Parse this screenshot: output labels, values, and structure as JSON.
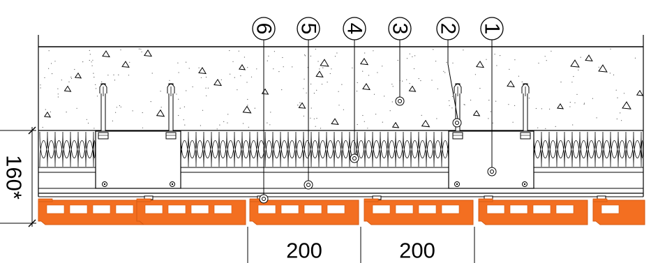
{
  "callouts": [
    {
      "id": "6",
      "label": "6"
    },
    {
      "id": "5",
      "label": "5"
    },
    {
      "id": "4",
      "label": "4"
    },
    {
      "id": "3",
      "label": "3"
    },
    {
      "id": "2",
      "label": "2"
    },
    {
      "id": "1",
      "label": "1"
    }
  ],
  "dimensions": {
    "vertical_label": "160*",
    "horizontal_labels": [
      "200",
      "200"
    ]
  },
  "colors": {
    "tile": "#f36f21",
    "tile_stroke": "#d45a12",
    "line": "#000000",
    "concrete_dot": "#555555"
  }
}
